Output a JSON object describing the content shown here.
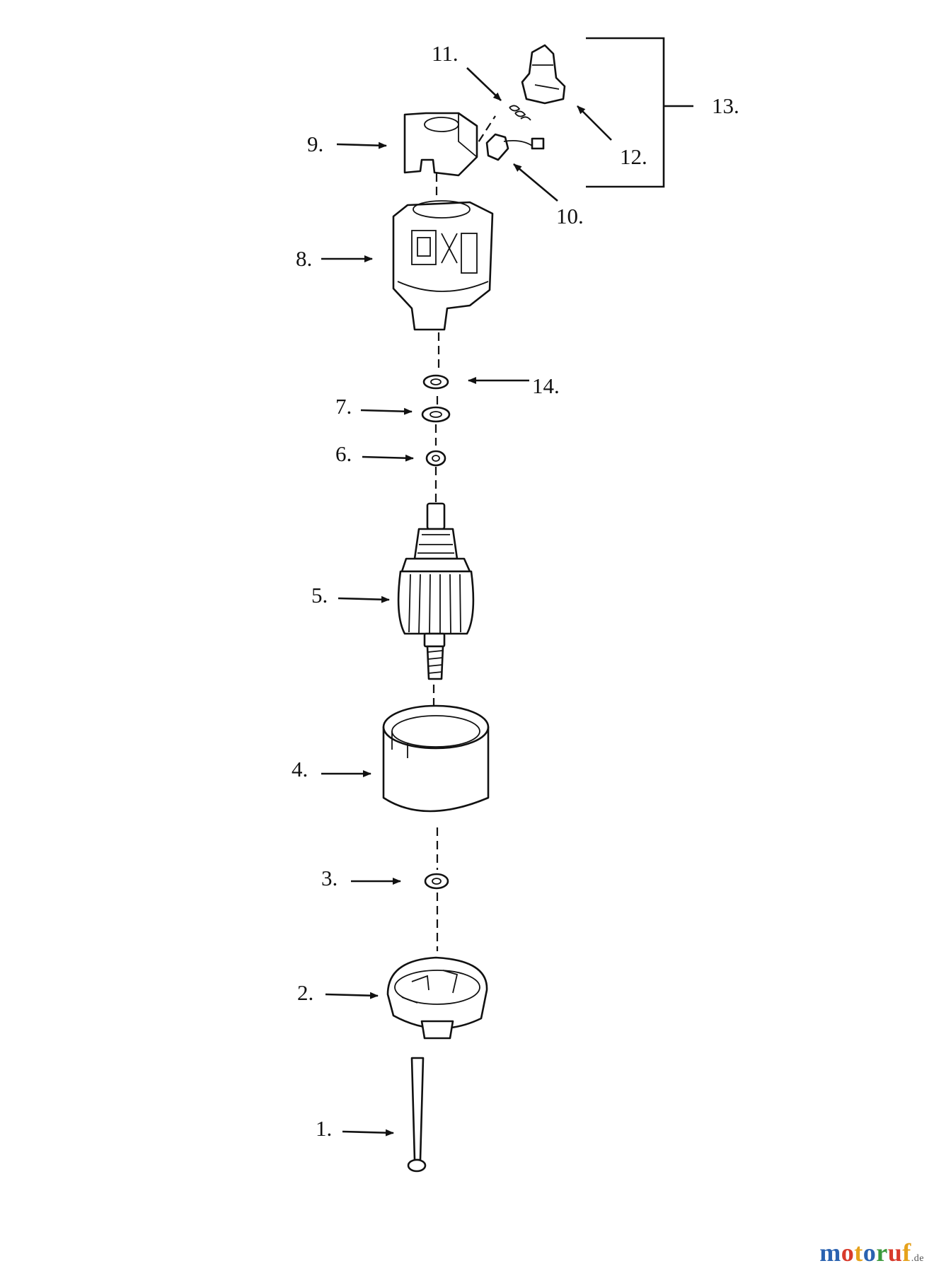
{
  "diagram": {
    "type": "exploded parts view",
    "callouts": [
      "1.",
      "2.",
      "3.",
      "4.",
      "5.",
      "6.",
      "7.",
      "8.",
      "9.",
      "10.",
      "11.",
      "12.",
      "13.",
      "14."
    ],
    "parts": [
      {
        "id": "1",
        "icon": "through-bolt"
      },
      {
        "id": "2",
        "icon": "end-cap"
      },
      {
        "id": "3",
        "icon": "washer"
      },
      {
        "id": "4",
        "icon": "motor-housing"
      },
      {
        "id": "5",
        "icon": "armature"
      },
      {
        "id": "6",
        "icon": "washer"
      },
      {
        "id": "7",
        "icon": "washer"
      },
      {
        "id": "8",
        "icon": "brush-end-cap"
      },
      {
        "id": "9",
        "icon": "brush-cover"
      },
      {
        "id": "10",
        "icon": "brush"
      },
      {
        "id": "11",
        "icon": "spring"
      },
      {
        "id": "12",
        "icon": "terminal"
      },
      {
        "id": "13",
        "icon": "bracket-group"
      },
      {
        "id": "14",
        "icon": "washer"
      }
    ]
  },
  "watermark": {
    "text": "motoruf",
    "suffix": ".de",
    "letter_colors": [
      "#2a62b0",
      "#d83a2b",
      "#e6a21c",
      "#2a62b0",
      "#3c9a3c",
      "#d83a2b",
      "#e6a21c"
    ]
  }
}
